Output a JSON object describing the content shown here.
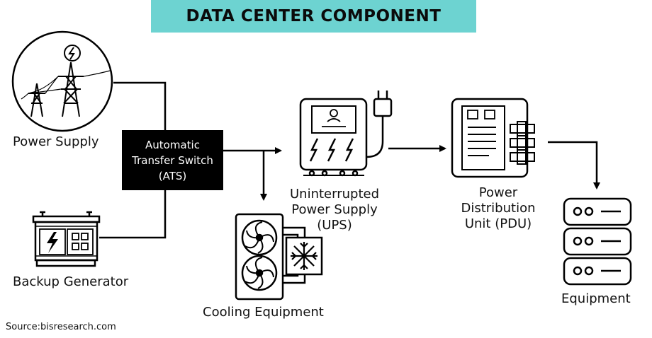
{
  "title": "DATA CENTER COMPONENT",
  "nodes": {
    "power_supply": "Power Supply",
    "backup_generator": "Backup Generator",
    "ats": [
      "Automatic",
      "Transfer Switch",
      "(ATS)"
    ],
    "ups": [
      "Uninterrupted",
      "Power Supply",
      "(UPS)"
    ],
    "pdu": [
      "Power",
      "Distribution",
      "Unit (PDU)"
    ],
    "cooling": "Cooling Equipment",
    "equipment": "Equipment"
  },
  "source": "Source:bisresearch.com",
  "colors": {
    "title_bg": "#6dd3d1",
    "line": "#000000",
    "ats_bg": "#000000",
    "ats_text": "#ffffff"
  },
  "icons": [
    "power-tower-icon",
    "generator-icon",
    "ups-icon",
    "pdu-icon",
    "cooling-icon",
    "server-rack-icon"
  ]
}
